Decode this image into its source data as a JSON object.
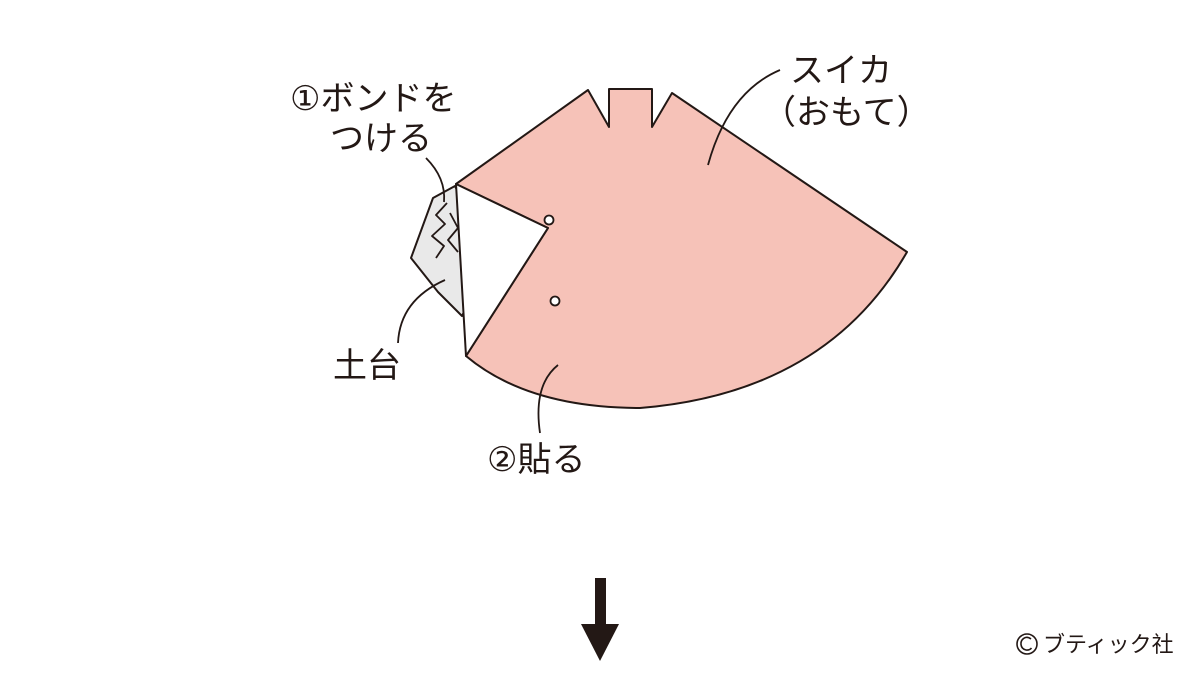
{
  "labels": {
    "watermelon_line1": "スイカ",
    "watermelon_line2": "（おもて）",
    "bond_line1": "①ボンドを",
    "bond_line2": "つける",
    "base": "土台",
    "paste": "②貼る",
    "credit": "ブティック社"
  },
  "colors": {
    "melon_fill": "#f6c2b8",
    "base_fill": "#e9e9e9",
    "stroke": "#231815",
    "background": "#ffffff"
  }
}
